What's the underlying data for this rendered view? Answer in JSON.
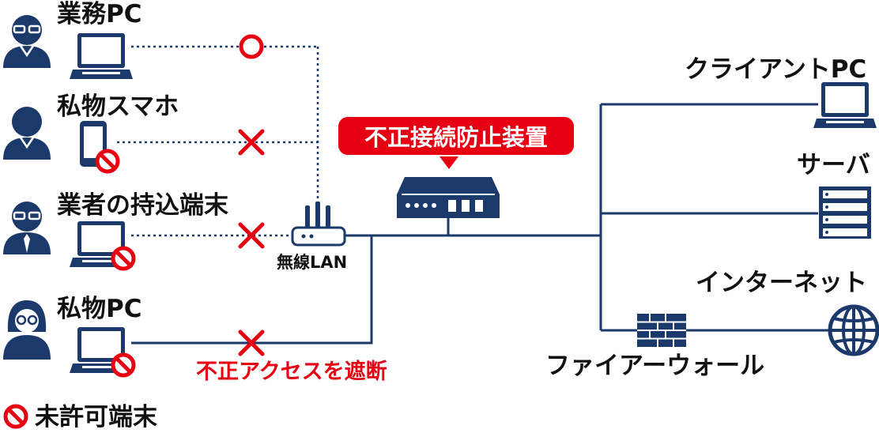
{
  "devices": {
    "work_pc": "業務PC",
    "personal_phone": "私物スマホ",
    "vendor_device": "業者の持込端末",
    "personal_pc": "私物PC",
    "client_pc": "クライアントPC",
    "server": "サーバ",
    "internet": "インターネット",
    "firewall": "ファイアーウォール",
    "wireless_lan": "無線LAN"
  },
  "callout": "不正接続防止装置",
  "block_label": "不正アクセスを遮断",
  "legend": {
    "unauthorized": "未許可端末"
  },
  "colors": {
    "navy": "#1b3a6b",
    "red": "#e60012"
  }
}
